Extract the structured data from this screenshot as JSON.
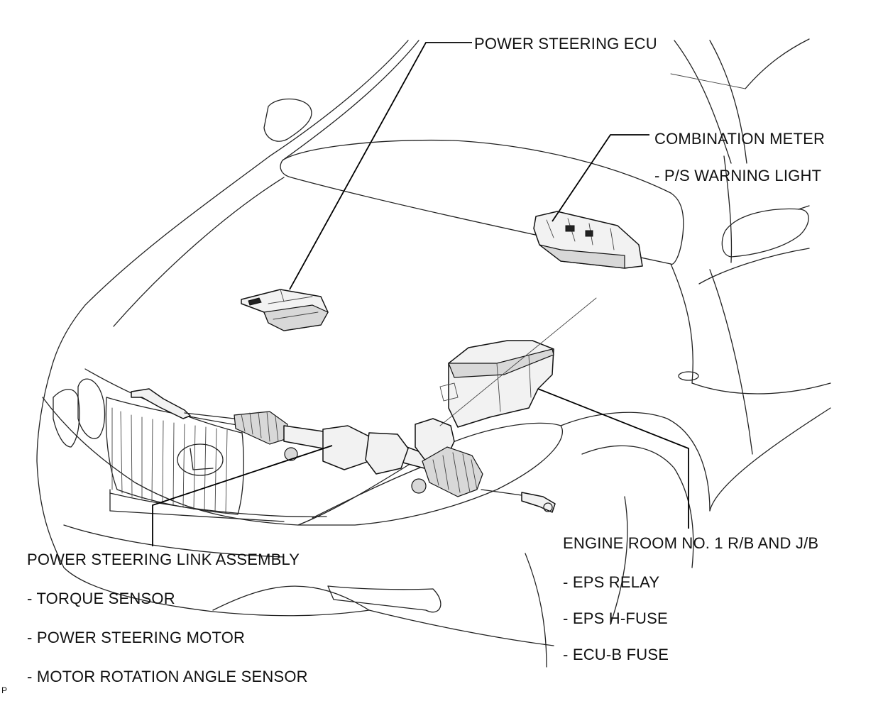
{
  "diagram": {
    "labels": {
      "ps_ecu": "POWER STEERING ECU",
      "combo_meter": "COMBINATION METER",
      "combo_warning": "- P/S WARNING LIGHT",
      "link_assembly": "POWER STEERING LINK ASSEMBLY",
      "torque_sensor": "- TORQUE SENSOR",
      "ps_motor": "- POWER STEERING MOTOR",
      "motor_angle": "- MOTOR ROTATION ANGLE SENSOR",
      "engine_room": "ENGINE ROOM NO. 1 R/B AND J/B",
      "eps_relay": "- EPS RELAY",
      "eps_hfuse": "- EPS H-FUSE",
      "ecub_fuse": "- ECU-B FUSE"
    },
    "figure_code": "P"
  }
}
